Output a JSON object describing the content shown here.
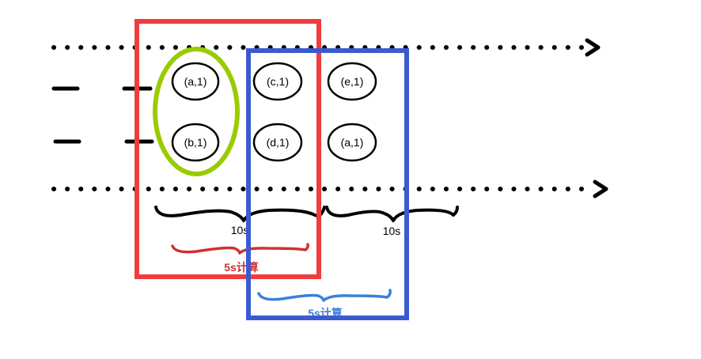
{
  "events": [
    {
      "label": "(a,1)"
    },
    {
      "label": "(b,1)"
    },
    {
      "label": "(c,1)"
    },
    {
      "label": "(d,1)"
    },
    {
      "label": "(e,1)"
    },
    {
      "label": "(a,1)"
    }
  ],
  "window_labels": {
    "first_10s": "10s",
    "second_10s": "10s"
  },
  "slide_labels": {
    "red_5s": "5s计算",
    "blue_5s": "5s计算"
  },
  "colors": {
    "red_window": "#f03c3c",
    "blue_window": "#3a5bd0",
    "green_group": "#99cc00",
    "red_text": "#d23030",
    "blue_text": "#3a7fdc",
    "blue_brace": "#3a7fdc",
    "red_brace": "#d23030",
    "ink": "#000000"
  }
}
